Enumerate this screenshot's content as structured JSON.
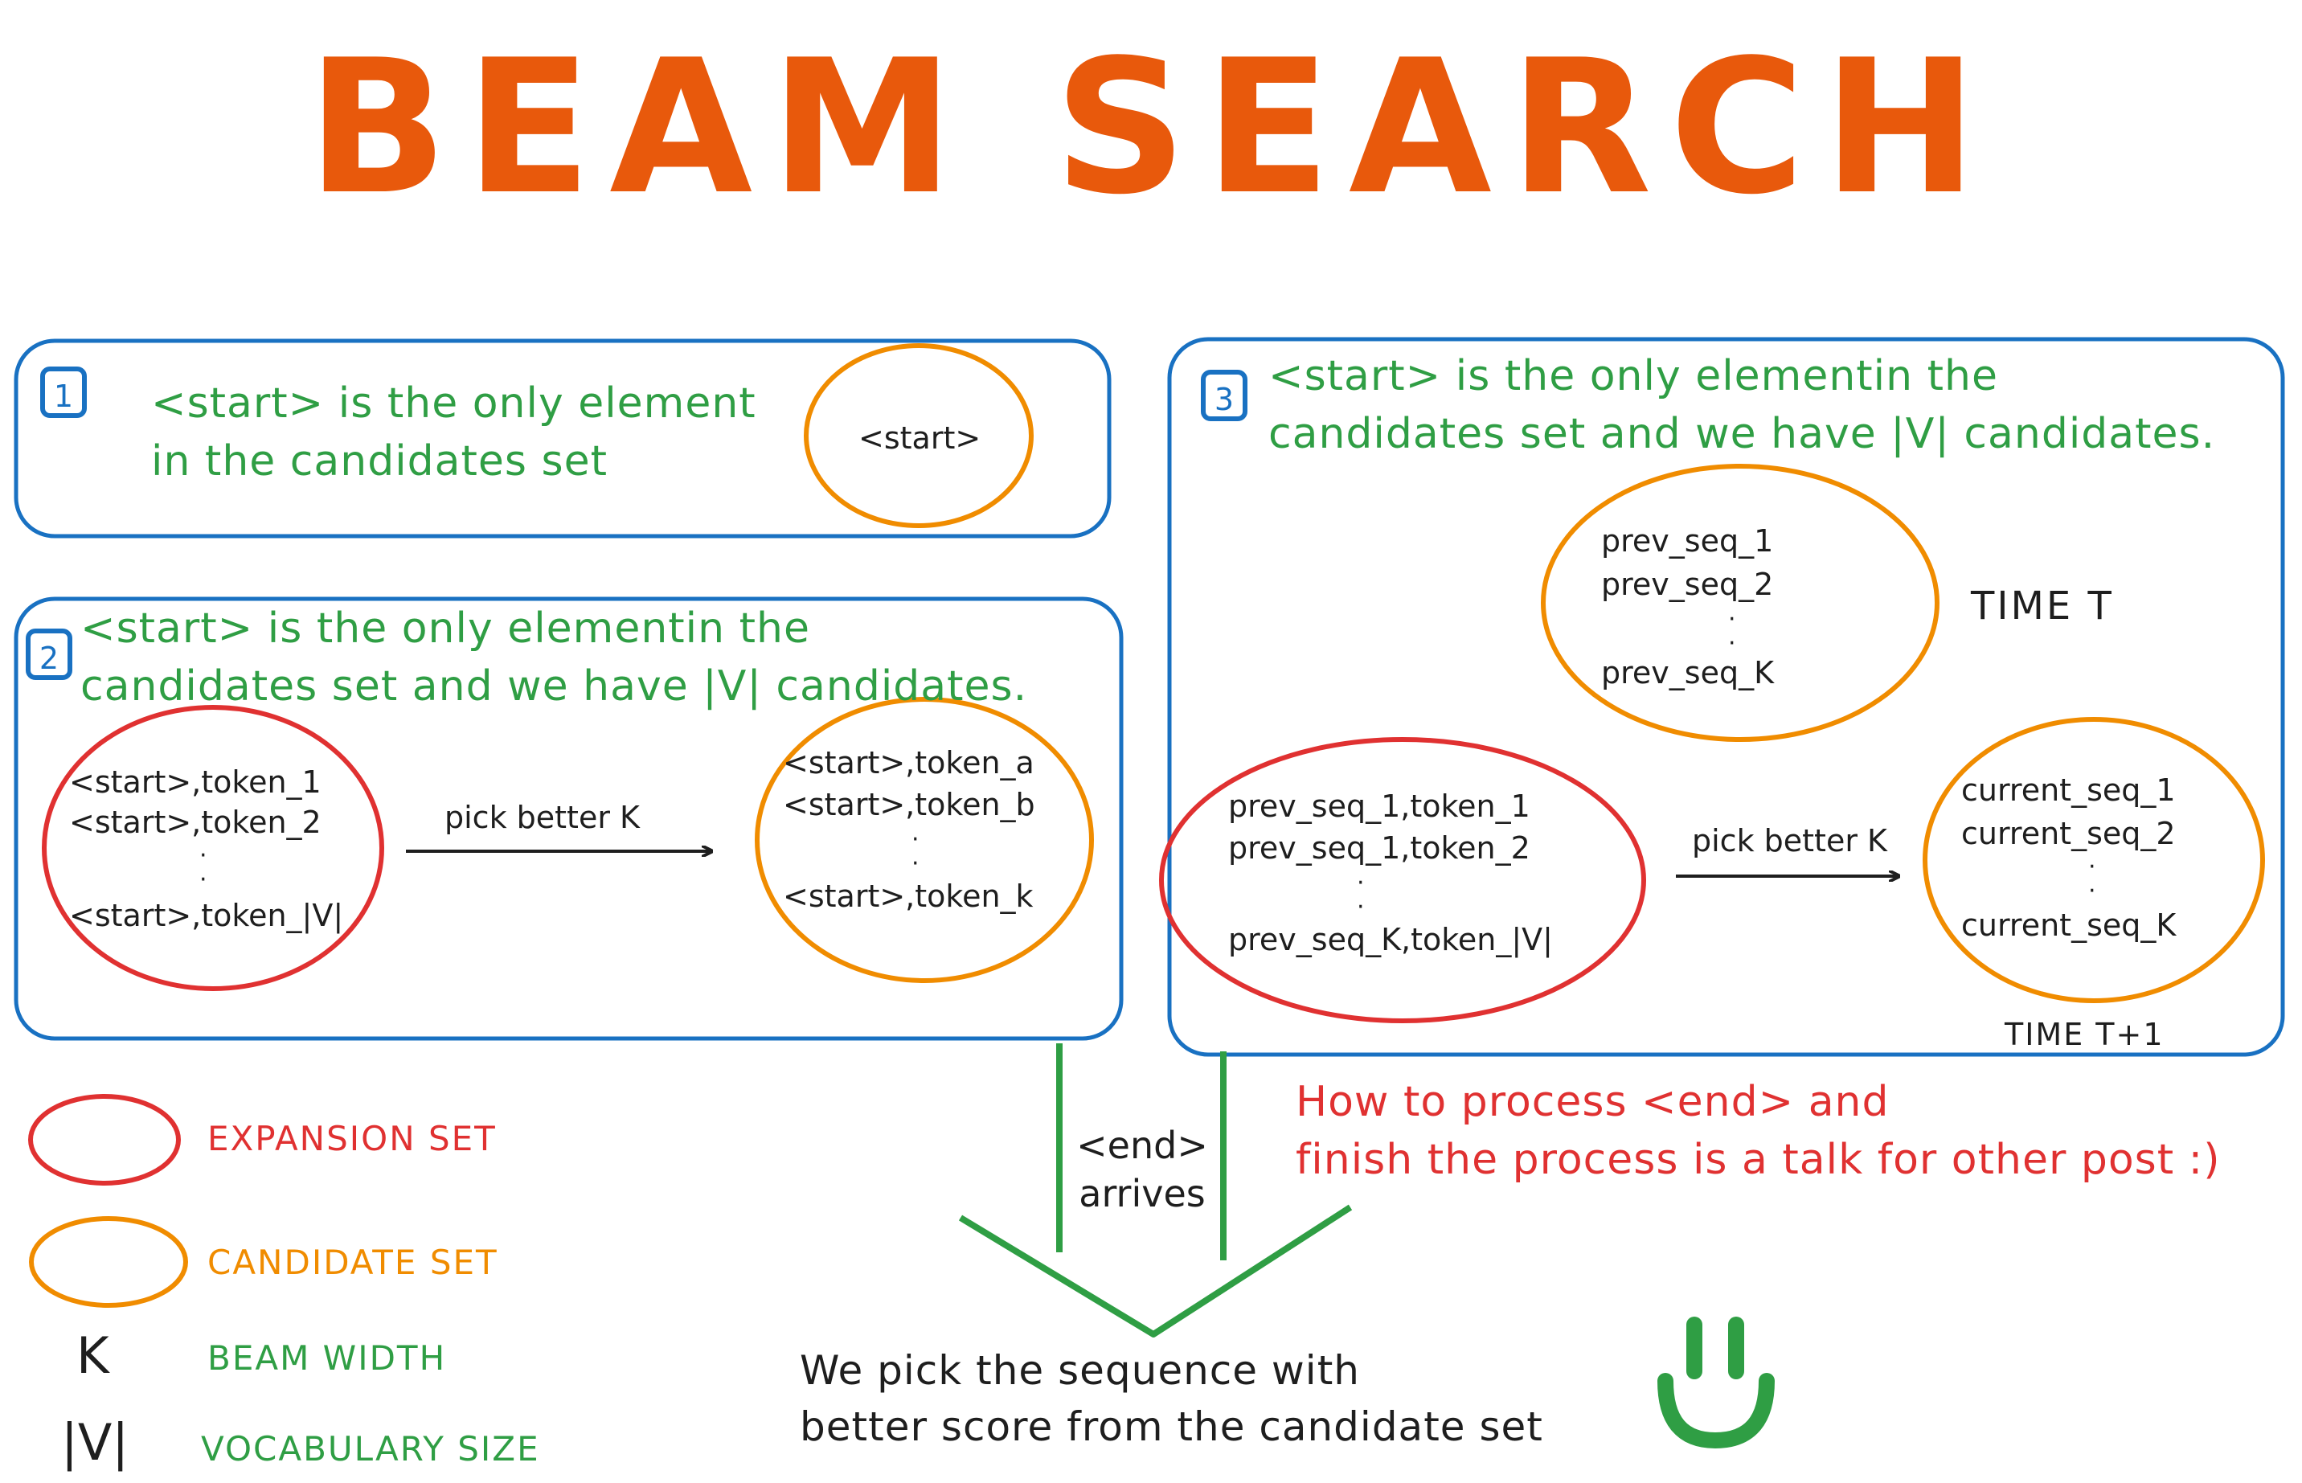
{
  "title": "BEAM SEARCH",
  "colors": {
    "title": "#e8590c",
    "step_box": "#1971c2",
    "text_green": "#2f9e44",
    "expansion": "#e03131",
    "candidate": "#f08c00",
    "ink": "#1e1e1e"
  },
  "step1": {
    "number": "1",
    "text": "<start> is the only element\nin the candidates set",
    "candidate_label": "<start>"
  },
  "step2": {
    "number": "2",
    "text": "<start> is the only elementin the\ncandidates set and we have |V| candidates.",
    "expansion_items": [
      "<start>,token_1",
      "<start>,token_2",
      "<start>,token_|V|"
    ],
    "arrow_label": "pick better K",
    "candidate_items": [
      "<start>,token_a",
      "<start>,token_b",
      "<start>,token_k"
    ]
  },
  "step3": {
    "number": "3",
    "text": "<start> is the only elementin the\ncandidates set and we have |V| candidates.",
    "prev_items": [
      "prev_seq_1",
      "prev_seq_2",
      "prev_seq_K"
    ],
    "time_t": "TIME T",
    "expansion_items": [
      "prev_seq_1,token_1",
      "prev_seq_1,token_2",
      "prev_seq_K,token_|V|"
    ],
    "arrow_label": "pick better K",
    "current_items": [
      "current_seq_1",
      "current_seq_2",
      "current_seq_K"
    ],
    "time_t1": "TIME T+1"
  },
  "end": {
    "label": "<end>\narrives",
    "note": "How to process <end> and\nfinish the process is a talk for other post :)",
    "conclusion": "We pick the sequence with\nbetter score from the candidate set"
  },
  "legend": [
    {
      "symbol": "",
      "icon": "red-ellipse",
      "label": "EXPANSION SET"
    },
    {
      "symbol": "",
      "icon": "orange-ellipse",
      "label": "CANDIDATE SET"
    },
    {
      "symbol": "K",
      "label": "BEAM WIDTH"
    },
    {
      "symbol": "|V|",
      "label": "VOCABULARY SIZE"
    }
  ]
}
